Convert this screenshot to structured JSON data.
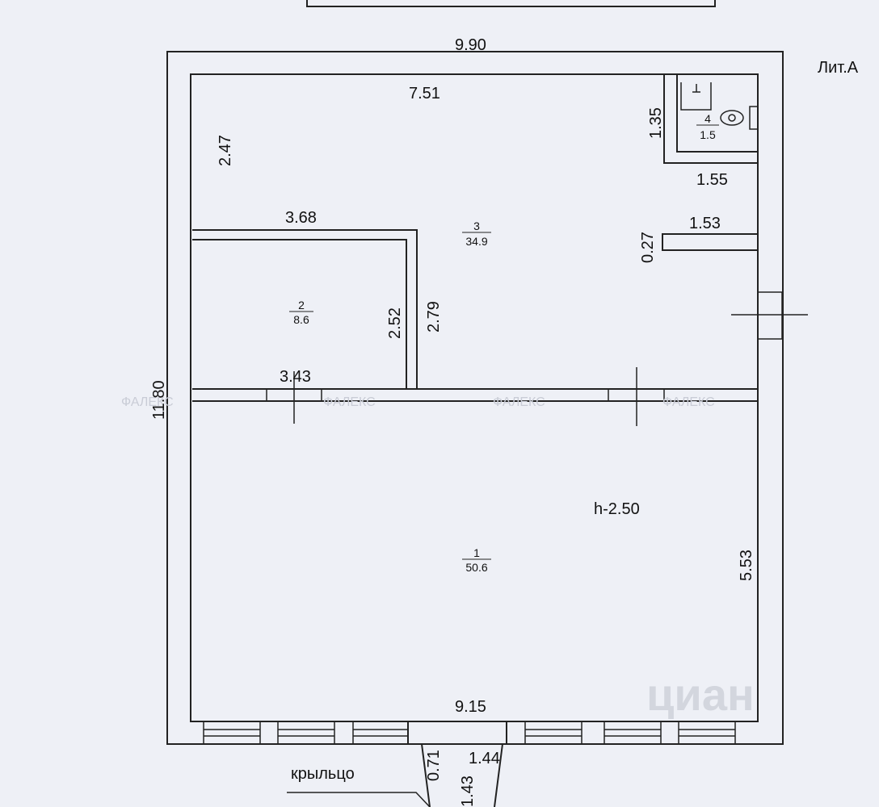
{
  "title": "Лит.А",
  "height_label": "h-2.50",
  "porch_label": "крыльцо",
  "watermark": "циан",
  "watermark_small": "ФАЛЕКС",
  "rooms": [
    {
      "number": "1",
      "area": "50.6"
    },
    {
      "number": "2",
      "area": "8.6"
    },
    {
      "number": "3",
      "area": "34.9"
    },
    {
      "number": "4",
      "area": "1.5"
    }
  ],
  "dimensions": {
    "outer_width": "9.90",
    "outer_height": "11.80",
    "room3_top": "7.51",
    "room3_left": "2.47",
    "bath_height": "1.35",
    "bath_width": "1.55",
    "partition_len": "1.53",
    "partition_thk": "0.27",
    "room2_top": "3.68",
    "room2_right": "2.52",
    "room3_side": "2.79",
    "room2_bottom": "3.43",
    "room1_right": "5.53",
    "room1_bottom": "9.15",
    "porch_width": "1.44",
    "porch_depth": "0.71",
    "porch_len": "1.43"
  }
}
